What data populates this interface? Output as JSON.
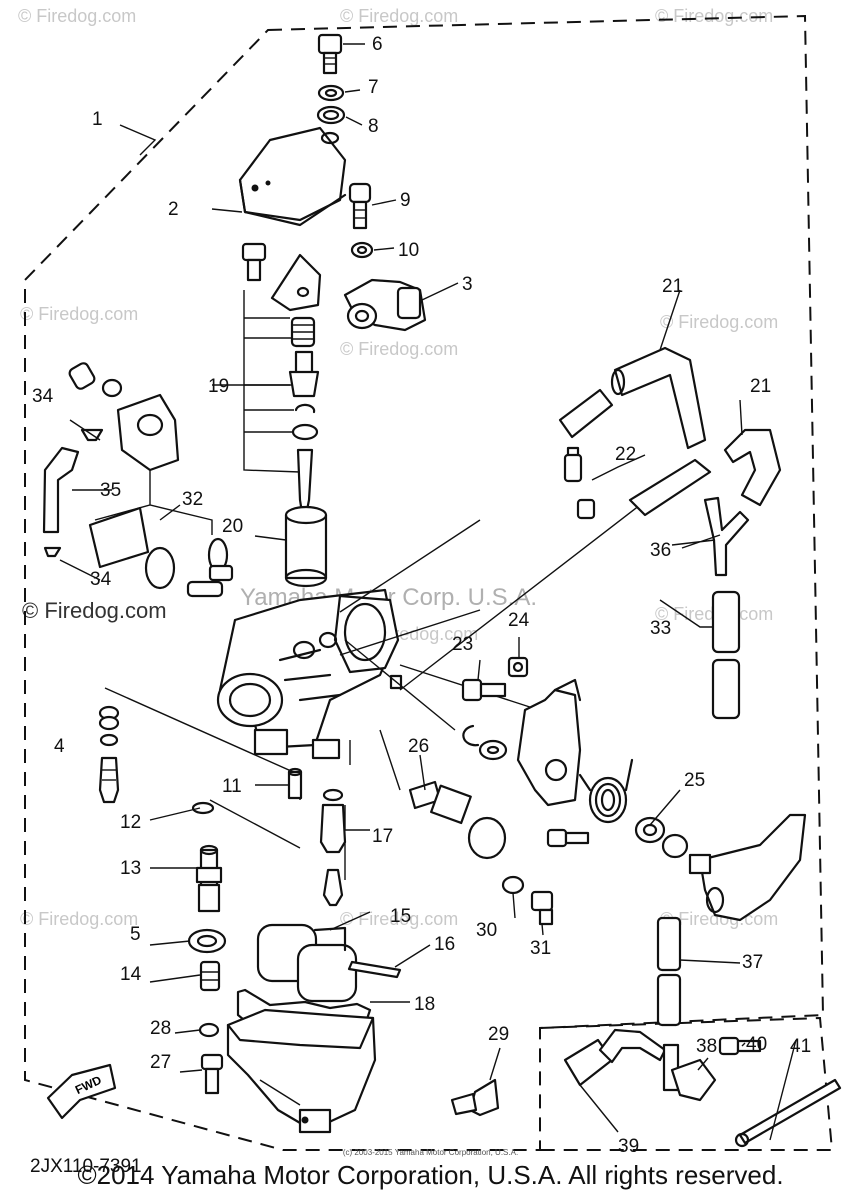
{
  "part_labels": [
    "1",
    "2",
    "3",
    "4",
    "5",
    "6",
    "7",
    "8",
    "9",
    "10",
    "11",
    "12",
    "13",
    "14",
    "15",
    "16",
    "17",
    "18",
    "19",
    "20",
    "21",
    "21",
    "22",
    "23",
    "24",
    "25",
    "26",
    "27",
    "28",
    "29",
    "30",
    "31",
    "32",
    "33",
    "34",
    "34",
    "35",
    "36",
    "37",
    "38",
    "39",
    "40",
    "41"
  ],
  "watermark": "© Firedog.com",
  "center_watermark": "Yamaha Motor Corp. U.S.A.",
  "figure_code": "2JX110-7391",
  "fwd_mark": "FWD",
  "fine_print": "(c) 2003-2015 Yamaha Motor Corporation, U.S.A.",
  "copyright": "©2014 Yamaha Motor Corporation, U.S.A. All rights reserved."
}
